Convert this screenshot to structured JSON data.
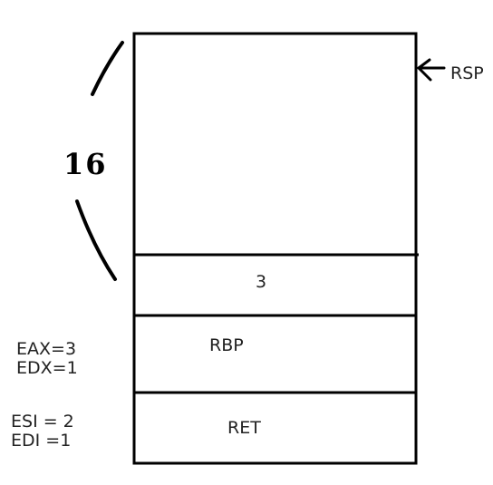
{
  "diagram": {
    "pointer_label": "RSP",
    "handwritten_size": "16",
    "slots": [
      {
        "label": ""
      },
      {
        "label": "3"
      },
      {
        "label": "RBP"
      },
      {
        "label": "RET"
      }
    ],
    "registers": [
      "EAX=3",
      "EDX=1",
      "ESI = 2",
      "EDI =1"
    ]
  },
  "colors": {
    "line": "#000000",
    "text": "#222222",
    "background": "#ffffff"
  }
}
